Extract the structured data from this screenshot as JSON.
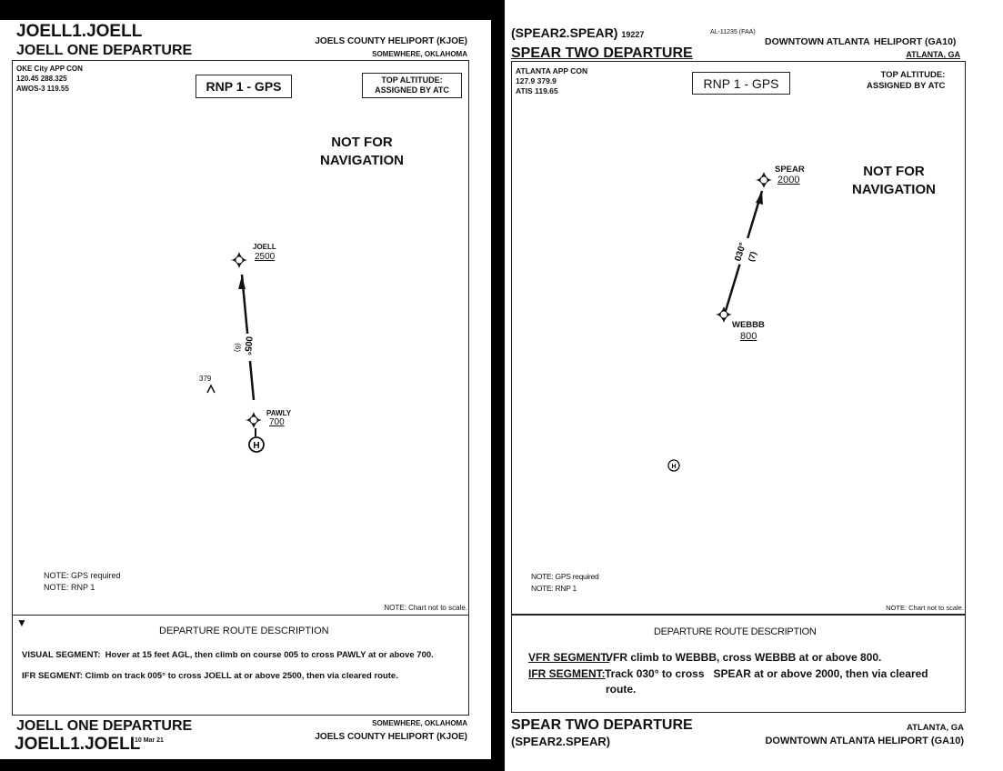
{
  "left_chart": {
    "header": {
      "code": "JOELL1.JOELL",
      "title": "JOELL ONE DEPARTURE",
      "airport": "JOELS COUNTY HELIPORT (KJOE)",
      "location": "SOMEWHERE, OKLAHOMA"
    },
    "comms": [
      "OKE City APP CON",
      "120.45  288.325",
      "AWOS-3  119.55"
    ],
    "nav_spec": "RNP 1 - GPS",
    "top_altitude": [
      "TOP ALTITUDE:",
      "ASSIGNED BY ATC"
    ],
    "warning": [
      "NOT FOR",
      "NAVIGATION"
    ],
    "waypoints": [
      {
        "name": "JOELL",
        "altitude": "2500"
      },
      {
        "name": "PAWLY",
        "altitude": "700"
      }
    ],
    "course": {
      "bearing": "005°",
      "distance": "(6)"
    },
    "obstacle": {
      "height": "379"
    },
    "heliport_symbol": "H",
    "notes": [
      "NOTE:  GPS required",
      "NOTE: RNP 1"
    ],
    "scale_note": "NOTE:  Chart not to scale.",
    "description": {
      "title": "DEPARTURE ROUTE DESCRIPTION",
      "segments": [
        {
          "label": "VISUAL SEGMENT:",
          "text": "Hover at 15 feet AGL, then climb on course 005 to cross PAWLY at or above 700."
        },
        {
          "label": "IFR SEGMENT:",
          "text": "Climb on track 005° to cross JOELL at or above 2500, then via cleared route."
        }
      ]
    },
    "footer": {
      "title": "JOELL ONE DEPARTURE",
      "code": "JOELL1.JOELL",
      "date": "10 Mar 21",
      "location": "SOMEWHERE, OKLAHOMA",
      "airport": "JOELS COUNTY HELIPORT (KJOE)"
    }
  },
  "right_chart": {
    "header": {
      "code": "(SPEAR2.SPEAR)",
      "number": "19227",
      "al_ref": "AL-11235 (FAA)",
      "airport_a": "DOWNTOWN ATLANTA",
      "airport_b": "HELIPORT (GA10)",
      "title": "SPEAR TWO DEPARTURE",
      "location": "ATLANTA, GA"
    },
    "comms": [
      "ATLANTA APP CON",
      "127.9  379.9",
      "ATIS 119.65"
    ],
    "nav_spec": "RNP 1 - GPS",
    "top_altitude": [
      "TOP ALTITUDE:",
      "ASSIGNED BY ATC"
    ],
    "warning": [
      "NOT FOR",
      "NAVIGATION"
    ],
    "waypoints": [
      {
        "name": "SPEAR",
        "altitude": "2000"
      },
      {
        "name": "WEBBB",
        "altitude": "800"
      }
    ],
    "course": {
      "bearing": "030°",
      "distance": "(7)"
    },
    "heliport_symbol": "H",
    "notes": [
      "NOTE:  GPS required",
      "NOTE: RNP 1"
    ],
    "scale_note": "NOTE:  Chart not to scale.",
    "description": {
      "title": "DEPARTURE ROUTE DESCRIPTION",
      "segments": [
        {
          "label": "VFR SEGMENT:",
          "text": "VFR climb to WEBBB, cross WEBBB at or above 800."
        },
        {
          "label": "IFR SEGMENT:",
          "text": "Track 030° to cross   SPEAR at or above 2000, then via cleared",
          "text2": "route."
        }
      ]
    },
    "footer": {
      "title": "SPEAR TWO DEPARTURE",
      "code": "(SPEAR2.SPEAR)",
      "location": "ATLANTA, GA",
      "airport": "DOWNTOWN ATLANTA HELIPORT (GA10)"
    }
  }
}
